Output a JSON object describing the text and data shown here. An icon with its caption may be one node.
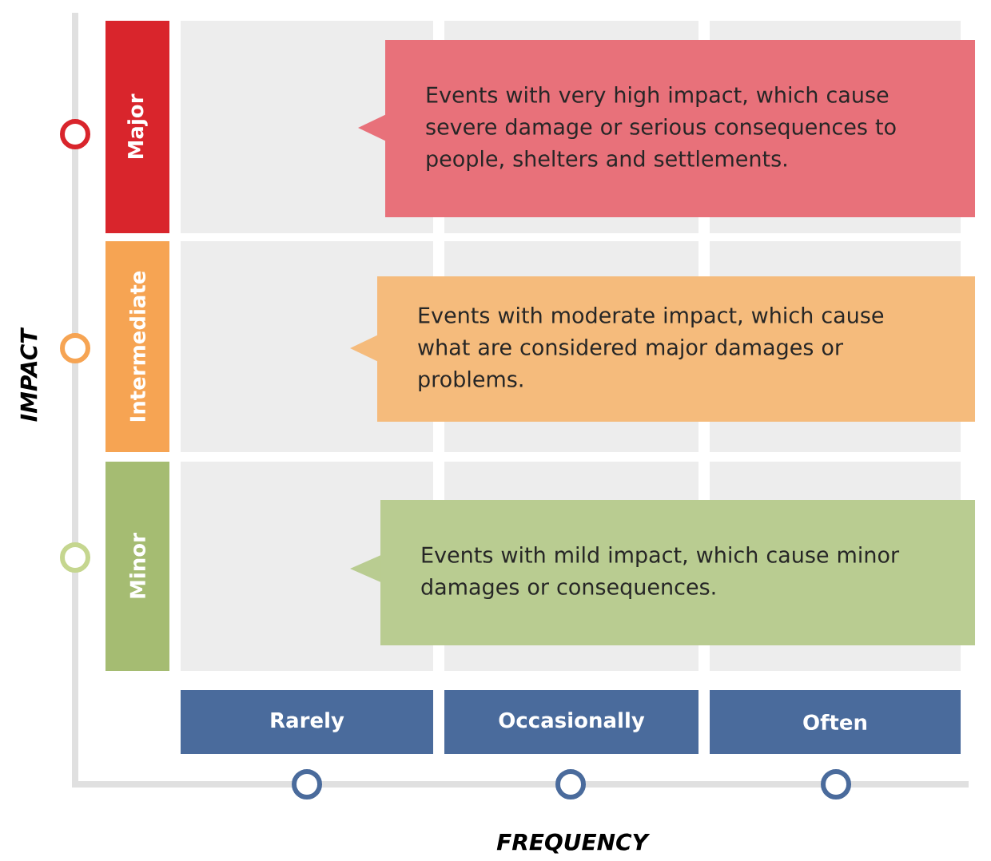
{
  "diagram": {
    "nodes": [
      {
        "text": [
          "Major"
        ]
      },
      {
        "text": [
          "Events with very high impact, which cause severe damage or serious consequences to people, shelters and settlements."
        ]
      },
      {
        "text": [
          "Intermediate"
        ]
      },
      {
        "text": [
          "Events with moderate impact, which cause what are considered major damages or problems."
        ]
      },
      {
        "text": [
          "Minor"
        ]
      },
      {
        "text": [
          "Events with mild impact, which cause minor damages or consequences."
        ]
      },
      {
        "text": [
          "Rarely"
        ]
      },
      {
        "text": [
          "Occasionally"
        ]
      },
      {
        "text": [
          "Often"
        ]
      }
    ],
    "labels": [
      "IMPACT",
      "FREQUENCY"
    ]
  }
}
